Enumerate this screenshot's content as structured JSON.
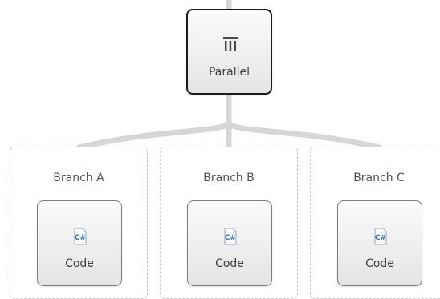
{
  "parallel": {
    "label": "Parallel",
    "icon": "parallel-icon"
  },
  "branches": [
    {
      "title": "Branch A",
      "activity": {
        "label": "Code",
        "icon": "csharp-icon"
      }
    },
    {
      "title": "Branch B",
      "activity": {
        "label": "Code",
        "icon": "csharp-icon"
      }
    },
    {
      "title": "Branch C",
      "activity": {
        "label": "Code",
        "icon": "csharp-icon"
      }
    }
  ],
  "colors": {
    "connector": "#d6d6d6",
    "selected_border": "#1b1b1b",
    "csharp_blue": "#2e6fc7"
  }
}
